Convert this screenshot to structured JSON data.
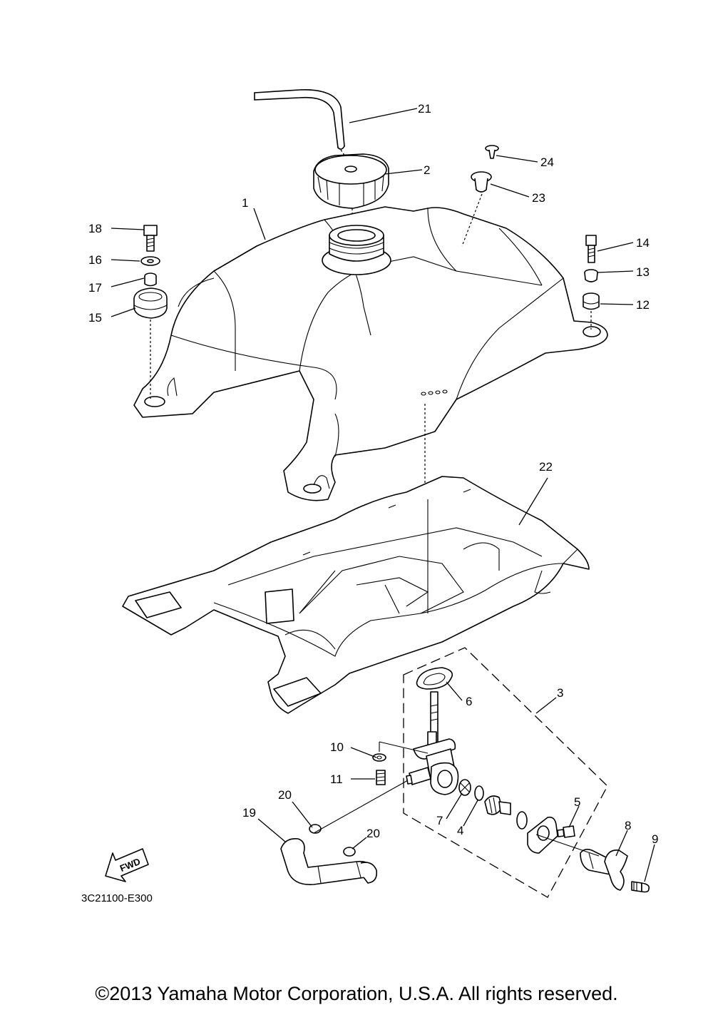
{
  "diagram": {
    "callouts": {
      "c1": "1",
      "c2": "2",
      "c3": "3",
      "c4": "4",
      "c5": "5",
      "c6": "6",
      "c7": "7",
      "c8": "8",
      "c9": "9",
      "c10": "10",
      "c11": "11",
      "c12": "12",
      "c13": "13",
      "c14": "14",
      "c15": "15",
      "c16": "16",
      "c17": "17",
      "c18": "18",
      "c19": "19",
      "c20a": "20",
      "c20b": "20",
      "c21": "21",
      "c22": "22",
      "c23": "23",
      "c24": "24"
    },
    "fwd_label": "FWD",
    "diagram_code": "3C21100-E300"
  },
  "footer": {
    "copyright": "©2013 Yamaha Motor Corporation, U.S.A. All rights reserved."
  }
}
